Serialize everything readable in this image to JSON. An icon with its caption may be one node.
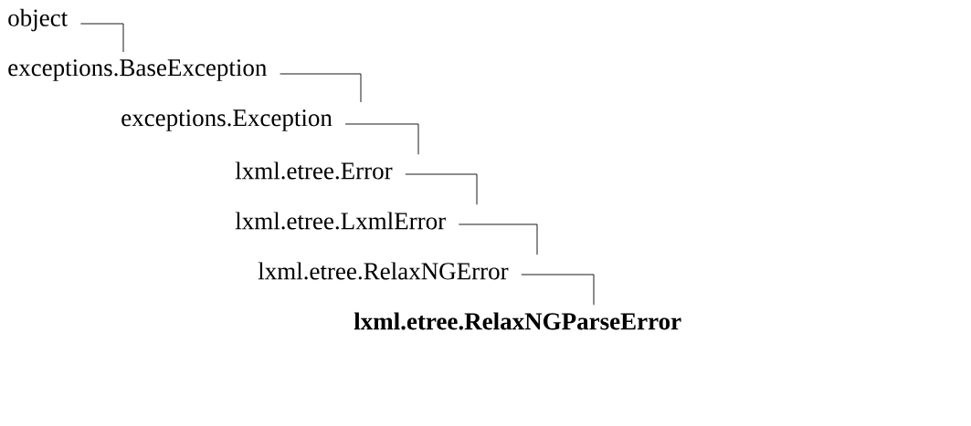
{
  "diagram": {
    "nodes": [
      {
        "text": [
          "object"
        ]
      },
      {
        "text": [
          "exceptions.BaseException"
        ]
      },
      {
        "text": [
          "exceptions.Exception"
        ]
      },
      {
        "text": [
          "lxml.etree.Error"
        ]
      },
      {
        "text": [
          "lxml.etree.LxmlError"
        ]
      },
      {
        "text": [
          "lxml.etree.RelaxNGError"
        ]
      },
      {
        "text": [
          "lxml.etree.RelaxNGParseError"
        ]
      }
    ],
    "edges": [
      {
        "from": 0,
        "to": 1,
        "arrow": "none"
      },
      {
        "from": 1,
        "to": 2,
        "arrow": "none"
      },
      {
        "from": 2,
        "to": 3,
        "arrow": "none"
      },
      {
        "from": 3,
        "to": 4,
        "arrow": "none"
      },
      {
        "from": 4,
        "to": 5,
        "arrow": "none"
      },
      {
        "from": 5,
        "to": 6,
        "arrow": "none"
      }
    ]
  }
}
